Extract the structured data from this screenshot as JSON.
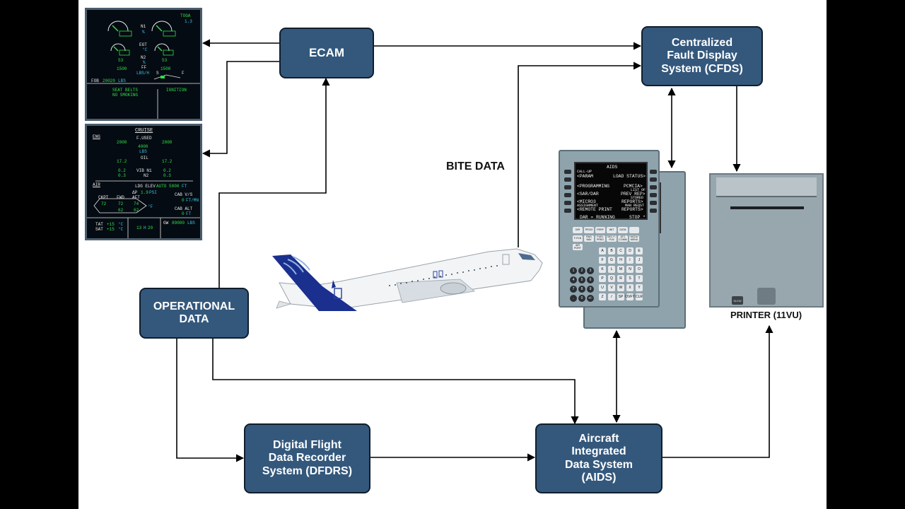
{
  "diagram": {
    "nodes": {
      "ecam": "ECAM",
      "cfds": "Centralized\nFault Display\nSystem (CFDS)",
      "operational": "OPERATIONAL\nDATA",
      "dfdrs": "Digital Flight\nData Recorder\nSystem (DFDRS)",
      "aids": "Aircraft\nIntegrated\nData System\n(AIDS)"
    },
    "labels": {
      "bite_data": "BITE DATA",
      "printer": "PRINTER (11VU)"
    },
    "colors": {
      "box_fill": "#34587c",
      "box_border": "#0f1e2d",
      "arrow": "#000000"
    }
  },
  "ecam_upper": {
    "tag": "TOGA",
    "tag_value": "1.3",
    "n1": "N1",
    "pct": "%",
    "egt": "EGT",
    "degc": "°C",
    "n2": "N2",
    "ff": "FF",
    "ff_unit": "LBS/H",
    "eng1_egt": "53",
    "eng2_egt": "53",
    "ff1": "1500",
    "ff2": "1500",
    "fob_label": "FOB",
    "fob_value": "20020",
    "fob_unit": "LBS",
    "memo1": "SEAT BELTS",
    "memo2": "NO SMOKING",
    "ignition": "IGNITION",
    "flap_s": "S",
    "flap_f": "F"
  },
  "ecam_lower": {
    "title": "CRUISE",
    "eng": "ENG",
    "fused": "F.USED",
    "fused_unit": "LBS",
    "fused_total": "4000",
    "fused1": "2000",
    "fused2": "2000",
    "oil": "OIL",
    "oil1": "17.2",
    "oil2": "17.2",
    "vib_n1": "VIB N1",
    "vib_n2": "N2",
    "vib1a": "0.2",
    "vib1b": "0.3",
    "vib2a": "0.2",
    "vib2b": "0.3",
    "air": "AIR",
    "ldg_elev": "LDG ELEV",
    "auto": "AUTO",
    "elev_value": "5800",
    "ft": "FT",
    "dp": "ΔP",
    "dp_value": "1.9",
    "psi": "PSI",
    "cab_vs": "CAB V/S",
    "vs_value": "0",
    "ftmn": "FT/MN",
    "cab_alt": "CAB ALT",
    "alt_value": "0",
    "ckpt": "CKPT",
    "fwd": "FWD",
    "aft": "AFT",
    "t1": "72",
    "t2": "72",
    "t3": "74",
    "t4": "62",
    "t5": "62",
    "degf": "°F",
    "tat": "TAT",
    "tat_value": "+15",
    "sat": "SAT",
    "sat_value": "+15",
    "degc": "°C",
    "time_h": "13",
    "time_h_suffix": "H",
    "time_m": "20",
    "gw": "GW",
    "gw_value": "89000",
    "gw_unit": "LBS"
  },
  "mcdu": {
    "title": "AIDS",
    "call_up": "CALL-UP",
    "param": "<PARAM",
    "load_status": "LOAD STATUS>",
    "programming": "<PROGRAMMING",
    "pcmcia": "PCMCIA>",
    "list_of": "LIST OF",
    "sar_dar": "<SAR/DAR",
    "prev_rep": "PREV REP>",
    "stored": "STORED",
    "micro3": "<MICRO3",
    "reports": "REPORTS>",
    "assignment": "ASSIGNMENT",
    "man_reqst": "MAN REQST",
    "remote_print": "<REMOTE PRINT",
    "reports2": "REPORTS>",
    "dar_running": "DAR = RUNNING",
    "stop": "STOP *",
    "fn_keys": [
      "DIR",
      "PROG",
      "PERF",
      "INIT",
      "DATA",
      "",
      "F-PLN",
      "RAD NAV",
      "FUEL PRED",
      "SEC F-PLN",
      "ATC COMM",
      "MCDU MENU",
      "AIR PORT"
    ],
    "letters": [
      "A",
      "B",
      "C",
      "D",
      "E",
      "F",
      "G",
      "H",
      "I",
      "J",
      "K",
      "L",
      "M",
      "N",
      "O",
      "P",
      "Q",
      "R",
      "S",
      "T",
      "U",
      "V",
      "W",
      "X",
      "Y",
      "Z",
      "/",
      "SP",
      "OVFY",
      "CLR"
    ],
    "numbers": [
      "1",
      "2",
      "3",
      "4",
      "5",
      "6",
      "7",
      "8",
      "9",
      ".",
      "0",
      "+/-"
    ]
  },
  "printer": {
    "slew": "SLEW"
  }
}
